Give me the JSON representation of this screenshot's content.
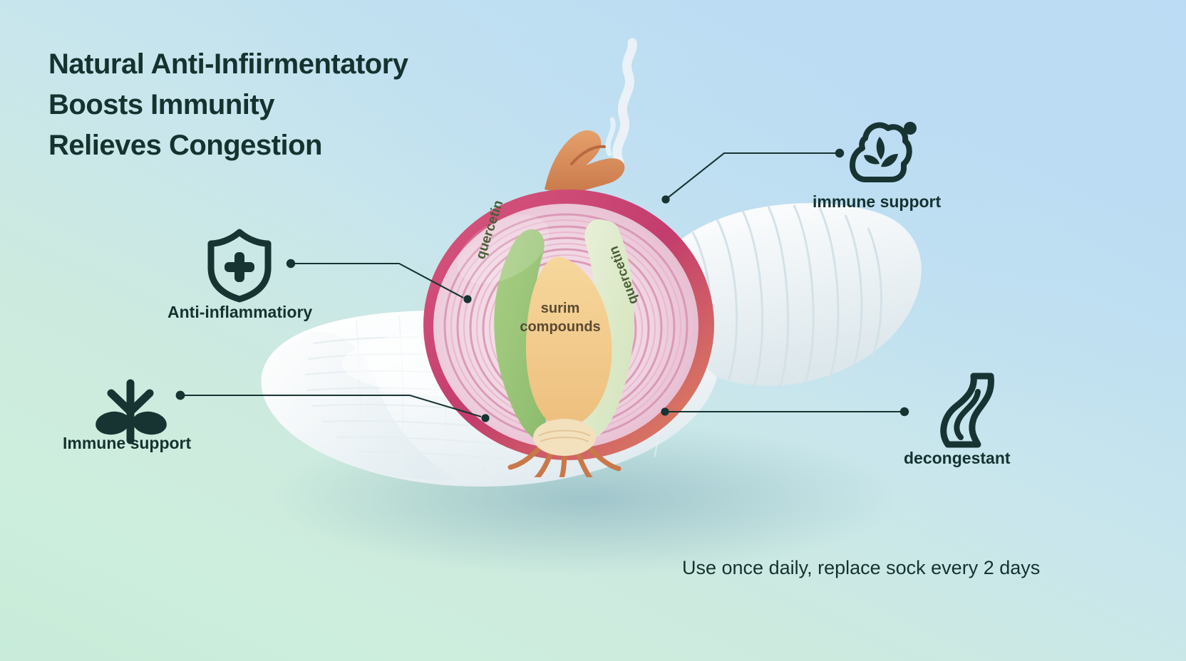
{
  "headline": {
    "line1": "Natural Anti-Infiirmentatory",
    "line2": "Boosts Immunity",
    "line3": "Relieves Congestion"
  },
  "callouts": [
    {
      "id": "anti-inflammatory",
      "label": "Anti-inflammatiory",
      "icon": "shield-plus-icon",
      "position": "left-upper"
    },
    {
      "id": "immune-support-left",
      "label": "Immune support",
      "icon": "sprout-icon",
      "position": "left-lower"
    },
    {
      "id": "immune-support-right",
      "label": "immune support",
      "icon": "leaf-cloud-icon",
      "position": "right-upper"
    },
    {
      "id": "decongestant",
      "label": "decongestant",
      "icon": "vapor-wave-icon",
      "position": "right-lower"
    }
  ],
  "onion_labels": {
    "left": "quercetin",
    "center": "surim compounds",
    "right": "quercetin"
  },
  "caption": "Use once daily, replace sock every 2 days",
  "colors": {
    "text": "#15322f",
    "icon_stroke": "#173432",
    "background_top": "#b7d9f2",
    "background_bottom": "#c8ecd9",
    "onion_skin": "#c9447b",
    "onion_core": "#f2c98a",
    "onion_green": "#9dc97e",
    "sock_white": "#fdfdfd"
  }
}
